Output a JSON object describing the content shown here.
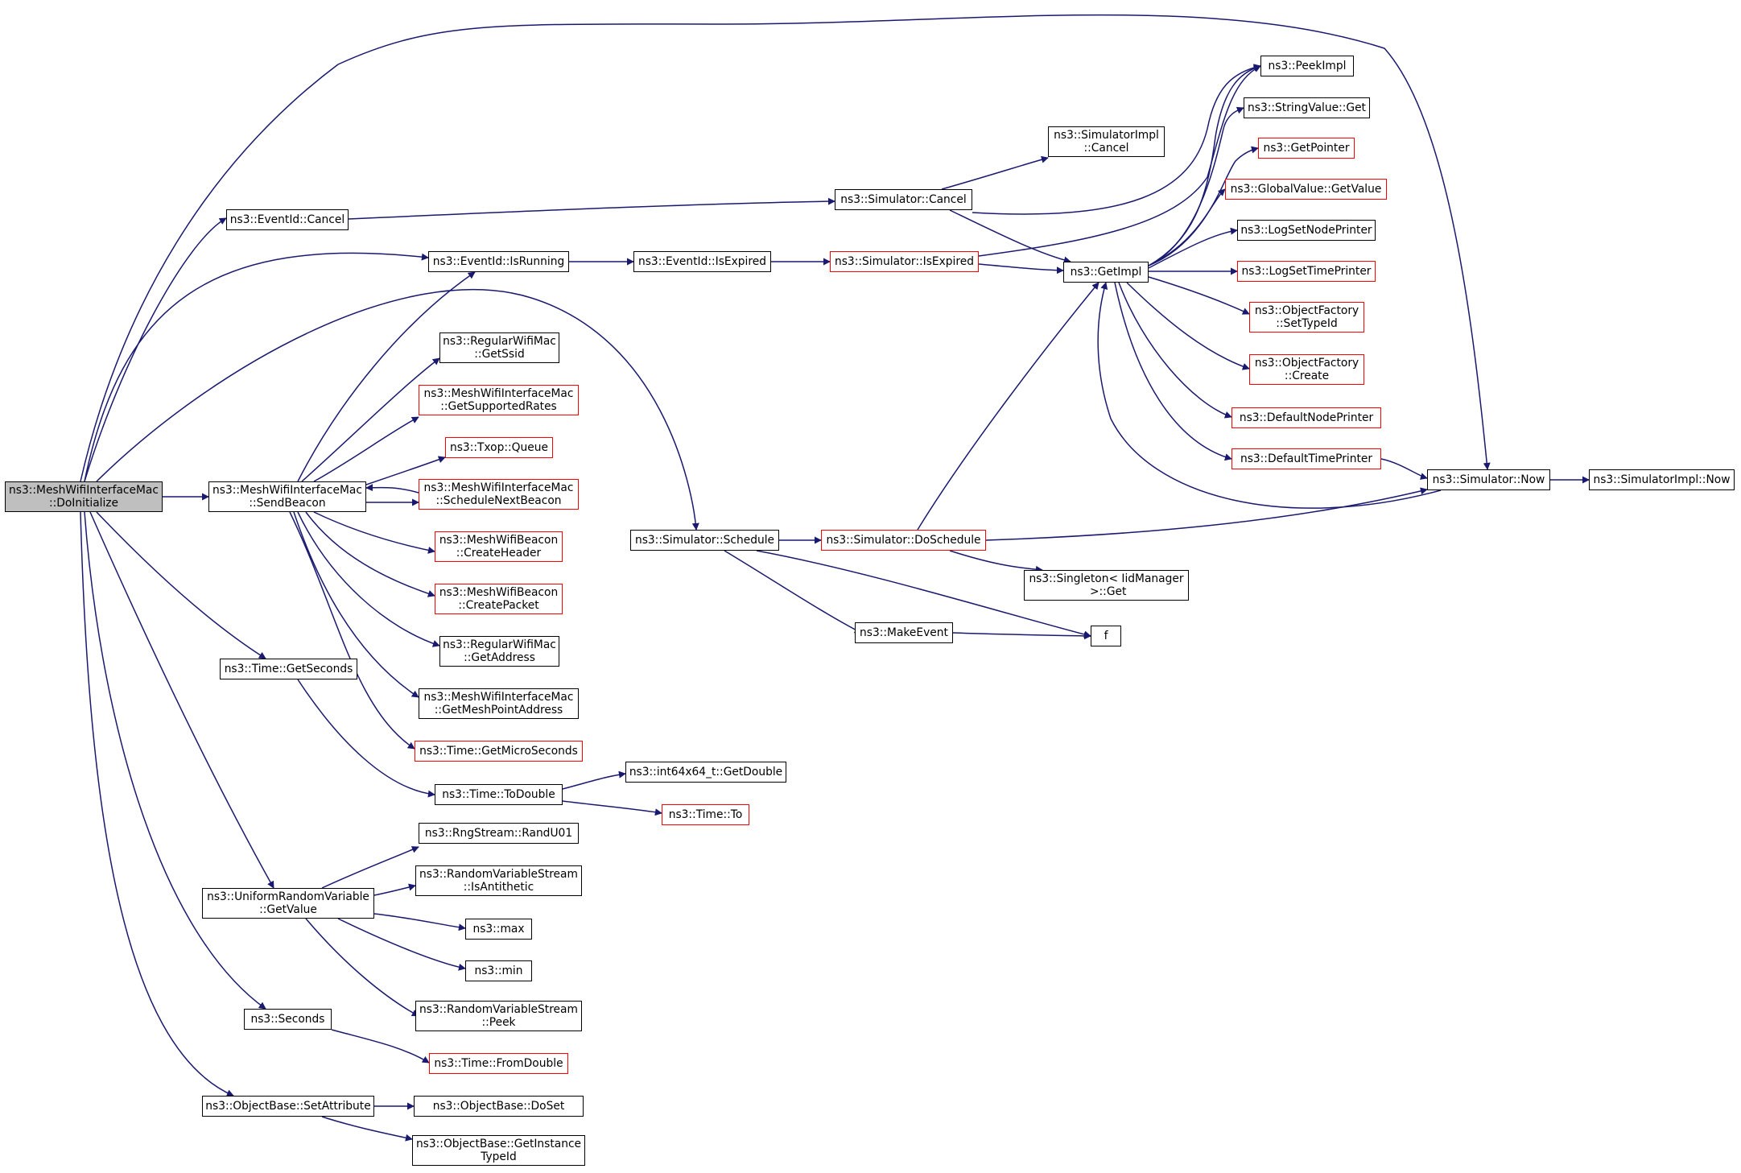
{
  "diagram": {
    "colors": {
      "edge": "#191970",
      "node_border": "#000000",
      "node_border_incomplete": "#ff0000",
      "root_fill": "#bfbfbf"
    },
    "nodes": {
      "root": [
        "ns3::MeshWifiInterfaceMac",
        "::DoInitialize"
      ],
      "eventid_cancel": [
        "ns3::EventId::Cancel"
      ],
      "eventid_isrunning": [
        "ns3::EventId::IsRunning"
      ],
      "sendbeacon": [
        "ns3::MeshWifiInterfaceMac",
        "::SendBeacon"
      ],
      "time_getseconds": [
        "ns3::Time::GetSeconds"
      ],
      "uniform_getvalue": [
        "ns3::UniformRandomVariable",
        "::GetValue"
      ],
      "seconds": [
        "ns3::Seconds"
      ],
      "setattribute": [
        "ns3::ObjectBase::SetAttribute"
      ],
      "regular_getssid": [
        "ns3::RegularWifiMac",
        "::GetSsid"
      ],
      "getsupportedrates": [
        "ns3::MeshWifiInterfaceMac",
        "::GetSupportedRates"
      ],
      "txop_queue": [
        "ns3::Txop::Queue"
      ],
      "schedulenextbeacon": [
        "ns3::MeshWifiInterfaceMac",
        "::ScheduleNextBeacon"
      ],
      "createheader": [
        "ns3::MeshWifiBeacon",
        "::CreateHeader"
      ],
      "createpacket": [
        "ns3::MeshWifiBeacon",
        "::CreatePacket"
      ],
      "regular_getaddress": [
        "ns3::RegularWifiMac",
        "::GetAddress"
      ],
      "getmeshpointaddress": [
        "ns3::MeshWifiInterfaceMac",
        "::GetMeshPointAddress"
      ],
      "getmicroseconds": [
        "ns3::Time::GetMicroSeconds"
      ],
      "todouble": [
        "ns3::Time::ToDouble"
      ],
      "randu01": [
        "ns3::RngStream::RandU01"
      ],
      "isantithetic": [
        "ns3::RandomVariableStream",
        "::IsAntithetic"
      ],
      "max": [
        "ns3::max"
      ],
      "min": [
        "ns3::min"
      ],
      "rvs_peek": [
        "ns3::RandomVariableStream",
        "::Peek"
      ],
      "fromdouble": [
        "ns3::Time::FromDouble"
      ],
      "doset": [
        "ns3::ObjectBase::DoSet"
      ],
      "getinstancetypeid": [
        "ns3::ObjectBase::GetInstance",
        "TypeId"
      ],
      "sim_cancel": [
        "ns3::Simulator::Cancel"
      ],
      "eventid_isexpired": [
        "ns3::EventId::IsExpired"
      ],
      "sim_schedule": [
        "ns3::Simulator::Schedule"
      ],
      "getdouble": [
        "ns3::int64x64_t::GetDouble"
      ],
      "time_to": [
        "ns3::Time::To"
      ],
      "simimpl_cancel": [
        "ns3::SimulatorImpl",
        "::Cancel"
      ],
      "sim_isexpired": [
        "ns3::Simulator::IsExpired"
      ],
      "sim_doschedule": [
        "ns3::Simulator::DoSchedule"
      ],
      "makeevent": [
        "ns3::MakeEvent"
      ],
      "getimpl": [
        "ns3::GetImpl"
      ],
      "singleton_get": [
        "ns3::Singleton< IidManager",
        " >::Get"
      ],
      "f": [
        "f"
      ],
      "peekimpl": [
        "ns3::PeekImpl"
      ],
      "stringvalue_get": [
        "ns3::StringValue::Get"
      ],
      "getpointer": [
        "ns3::GetPointer"
      ],
      "globalvalue_getvalue": [
        "ns3::GlobalValue::GetValue"
      ],
      "logsetnodeprinter": [
        "ns3::LogSetNodePrinter"
      ],
      "logsettimeprinter": [
        "ns3::LogSetTimePrinter"
      ],
      "of_settypeid": [
        "ns3::ObjectFactory",
        "::SetTypeId"
      ],
      "of_create": [
        "ns3::ObjectFactory",
        "::Create"
      ],
      "defaultnodeprinter": [
        "ns3::DefaultNodePrinter"
      ],
      "defaulttimeprinter": [
        "ns3::DefaultTimePrinter"
      ],
      "sim_now": [
        "ns3::Simulator::Now"
      ],
      "simimpl_now": [
        "ns3::SimulatorImpl::Now"
      ]
    },
    "incomplete": [
      "getsupportedrates",
      "txop_queue",
      "schedulenextbeacon",
      "createheader",
      "createpacket",
      "getmicroseconds",
      "fromdouble",
      "time_to",
      "sim_isexpired",
      "sim_doschedule",
      "getpointer",
      "globalvalue_getvalue",
      "logsettimeprinter",
      "of_settypeid",
      "of_create",
      "defaultnodeprinter",
      "defaulttimeprinter"
    ]
  }
}
